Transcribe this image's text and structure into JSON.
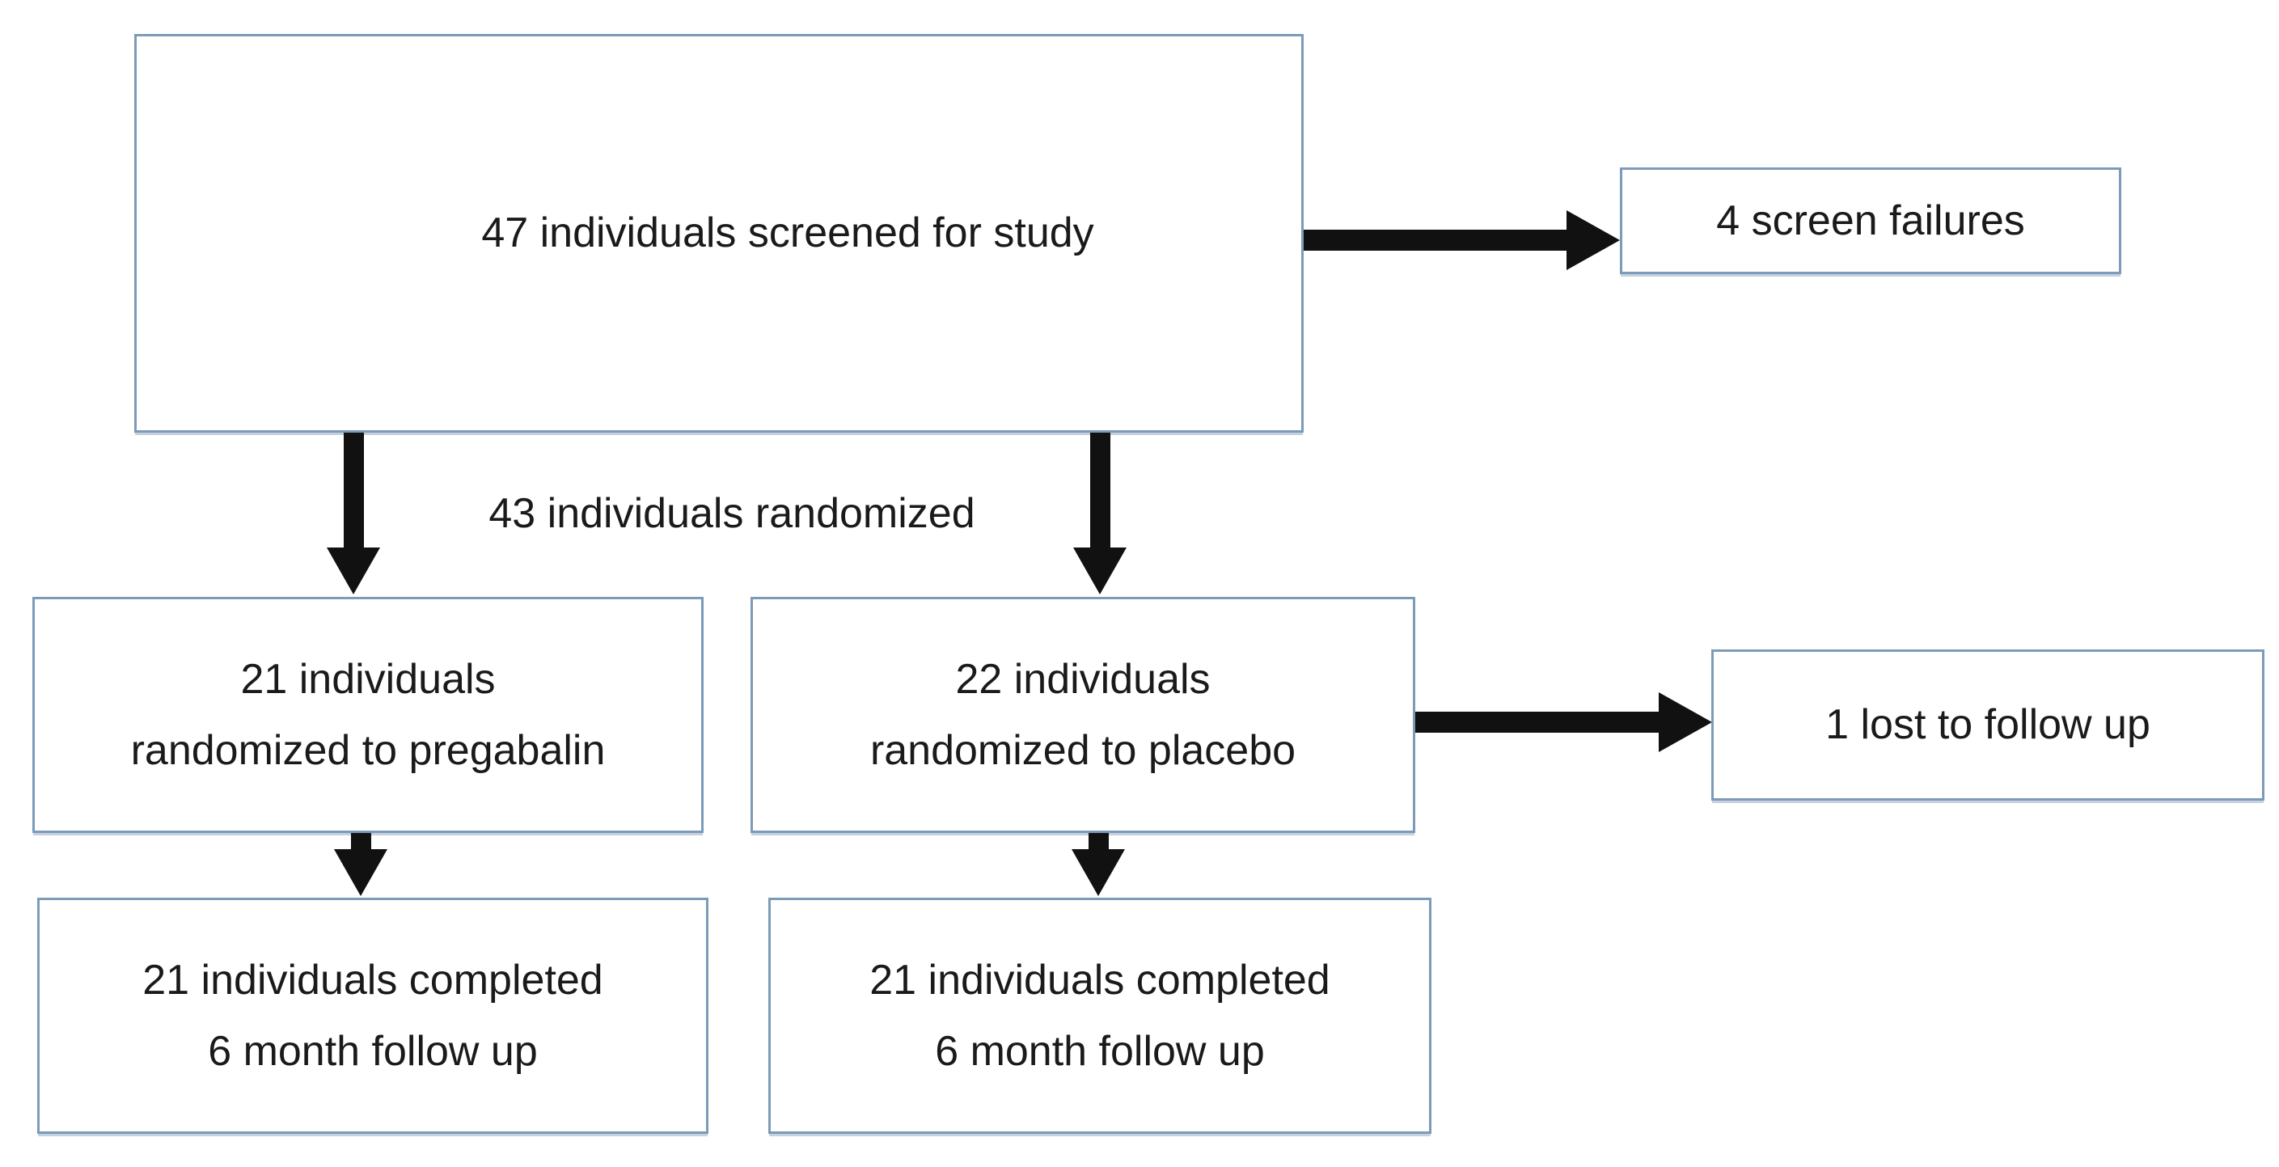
{
  "flowchart": {
    "nodes": {
      "screened": {
        "text": "47 individuals screened for study"
      },
      "screen_failures": {
        "text": "4 screen failures"
      },
      "pregabalin": {
        "line1": "21 individuals",
        "line2": "randomized to pregabalin"
      },
      "placebo": {
        "line1": "22 individuals",
        "line2": "randomized to placebo"
      },
      "lost_to_follow_up": {
        "text": "1 lost to follow up"
      },
      "pregabalin_completed": {
        "line1": "21 individuals completed",
        "line2": "6 month follow up"
      },
      "placebo_completed": {
        "line1": "21 individuals completed",
        "line2": "6 month follow up"
      }
    },
    "edge_labels": {
      "randomized": "43 individuals randomized"
    },
    "colors": {
      "box_border": "#7d9ab8",
      "box_background": "#ffffff",
      "arrow": "#111111",
      "text": "#1a1a1a",
      "page_background": "#ffffff"
    }
  }
}
